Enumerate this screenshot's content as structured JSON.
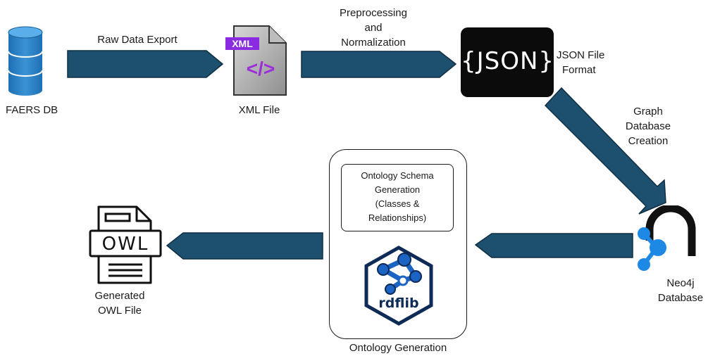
{
  "colors": {
    "arrow_fill": "#1d4f6e",
    "arrow_stroke": "#0f2f44",
    "db_blue": "#2a80c8",
    "xml_purple": "#8a2be2",
    "json_bg": "#0b0b0b",
    "neo4j_blue": "#1e88e5",
    "rdflib_navy": "#0e2a56",
    "rdflib_blue": "#1b64c4"
  },
  "nodes": {
    "faers": {
      "label": "FAERS DB",
      "icon": "database-icon"
    },
    "xml": {
      "label": "XML File",
      "badge": "XML",
      "glyph": "</>",
      "icon": "xml-file-icon"
    },
    "json": {
      "label_lines": [
        "JSON File",
        "Format"
      ],
      "logo_text": "{JSON}",
      "icon": "json-logo-icon"
    },
    "neo4j": {
      "label_lines": [
        "Neo4j",
        "Database"
      ],
      "icon": "neo4j-logo-icon"
    },
    "ontology": {
      "schema_lines": [
        "Ontology Schema",
        "Generation",
        "(Classes &",
        "Relationships)"
      ],
      "rdflib_text": "rdflib",
      "caption": "Ontology Generation",
      "icon": "rdflib-logo-icon"
    },
    "owl": {
      "label_lines": [
        "Generated",
        "OWL File"
      ],
      "badge": "OWL",
      "icon": "owl-file-icon"
    }
  },
  "edges": {
    "raw_export": {
      "label_lines": [
        "Raw Data Export"
      ]
    },
    "preprocessing": {
      "label_lines": [
        "Preprocessing",
        "and",
        "Normalization"
      ]
    },
    "graph_creation": {
      "label_lines": [
        "Graph",
        "Database",
        "Creation"
      ]
    },
    "neo4j_to_ontology": {
      "label_lines": []
    },
    "ontology_to_owl": {
      "label_lines": []
    }
  }
}
